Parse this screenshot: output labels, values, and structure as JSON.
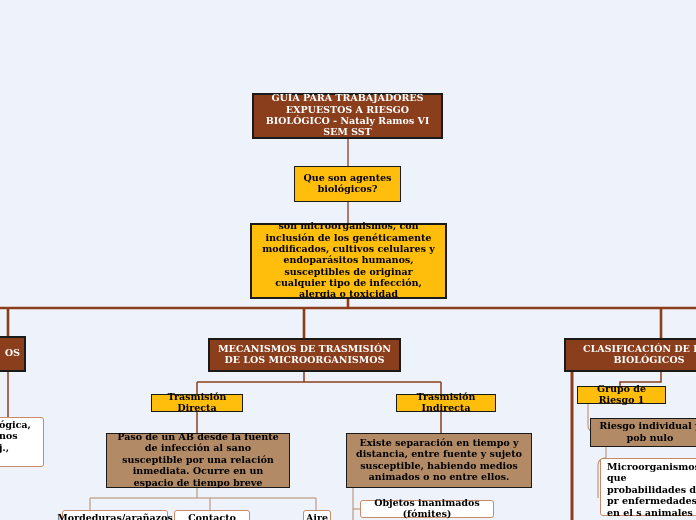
{
  "nodes": {
    "root": "GUÍA PARA TRABAJADORES EXPUESTOS A RIESGO BIOLÓGICO - Nataly Ramos VI SEM SST",
    "question": "Que son agentes biológicos?",
    "definition": "son microorganismos, con inclusión de los genéticamente modificados, cultivos celulares y endoparásitos humanos, susceptibles de originar cualquier tipo de infección, alergia o toxicidad",
    "left_branch": "OS",
    "left_text": "ógica,\nnos\nj.,",
    "mechanisms": "MECANISMOS DE TRASMISIÓN DE LOS MICROORGANISMOS",
    "classification": "CLASIFICACIÓN DE LOS BIOLÓGICOS",
    "direct": "Trasmisión Directa",
    "indirect": "Trasmisión Indirecta",
    "direct_desc": "Paso de un AB desde la fuente de infección al sano susceptible por una relación inmediata. Ocurre en un espacio de tiempo breve",
    "indirect_desc": "Existe separación en tiempo y distancia, entre fuente y sujeto susceptible, habiendo medios animados o no entre ellos.",
    "bites": "Mordeduras/arañazos",
    "contact": "Contacto Fisico",
    "air": "Aire",
    "objects": "Objetos inanimados (fómites)",
    "group1": "Grupo de Riesgo 1",
    "risk_individual": "Riesgo individual y pob nulo",
    "microorganisms": "Microorganismos que probabilidades de pr enfermedades en el s animales"
  }
}
